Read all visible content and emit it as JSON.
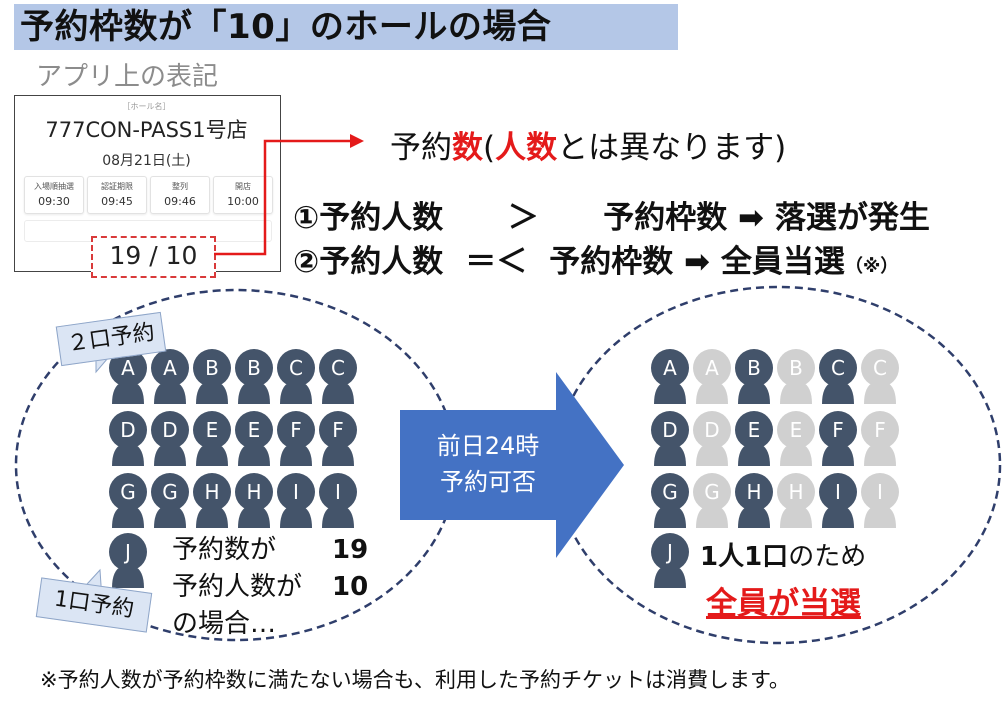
{
  "title": "予約枠数が「10」のホールの場合",
  "app_label": "アプリ上の表記",
  "app": {
    "hall_tag": "［ホール名］",
    "hall_name": "777CON-PASS1号店",
    "date": "08月21日(土)",
    "times": [
      {
        "label": "入場順抽選",
        "value": "09:30"
      },
      {
        "label": "認証期限",
        "value": "09:45"
      },
      {
        "label": "整列",
        "value": "09:46"
      },
      {
        "label": "開店",
        "value": "10:00"
      }
    ],
    "count": "19 / 10"
  },
  "note": {
    "prefix": "予約",
    "highlight1": "数",
    "open": "(",
    "highlight2": "人数",
    "suffix": "とは異なります)"
  },
  "conditions": [
    {
      "num": "①",
      "left": "予約人数",
      "op": "＞",
      "right": "予約枠数",
      "arrow": "➡",
      "result": "落選が発生",
      "note": ""
    },
    {
      "num": "②",
      "left": "予約人数",
      "op": "＝＜",
      "right": "予約枠数",
      "arrow": "➡",
      "result": "全員当選",
      "note": "（※）"
    }
  ],
  "callouts": {
    "two": "２口予約",
    "one": "1口予約"
  },
  "left_group": {
    "rows": [
      [
        "A",
        "A",
        "B",
        "B",
        "C",
        "C"
      ],
      [
        "D",
        "D",
        "E",
        "E",
        "F",
        "F"
      ],
      [
        "G",
        "G",
        "H",
        "H",
        "I",
        "I"
      ],
      [
        "J"
      ]
    ],
    "text": {
      "l1": "予約数が",
      "v1": "19",
      "l2": "予約人数が",
      "v2": "10",
      "l3": "の場合…"
    }
  },
  "arrow": {
    "line1": "前日24時",
    "line2": "予約可否"
  },
  "right_group": {
    "rows": [
      [
        [
          "A",
          true
        ],
        [
          "A",
          false
        ],
        [
          "B",
          true
        ],
        [
          "B",
          false
        ],
        [
          "C",
          true
        ],
        [
          "C",
          false
        ]
      ],
      [
        [
          "D",
          true
        ],
        [
          "D",
          false
        ],
        [
          "E",
          true
        ],
        [
          "E",
          false
        ],
        [
          "F",
          true
        ],
        [
          "F",
          false
        ]
      ],
      [
        [
          "G",
          true
        ],
        [
          "G",
          false
        ],
        [
          "H",
          true
        ],
        [
          "H",
          false
        ],
        [
          "I",
          true
        ],
        [
          "I",
          false
        ]
      ],
      [
        [
          "J",
          true
        ]
      ]
    ],
    "result1": {
      "bold1": "1人1口",
      "rest": "のため"
    },
    "result2": "全員が当選"
  },
  "footer": "※予約人数が予約枠数に満たない場合も、利用した予約チケットは消費します。",
  "colors": {
    "title_bg": "#b4c7e7",
    "person_dark": "#44546a",
    "person_light": "#d0d0d0",
    "arrow": "#4472c4",
    "accent_red": "#e41a1a",
    "ellipse": "#2f3e6b"
  }
}
